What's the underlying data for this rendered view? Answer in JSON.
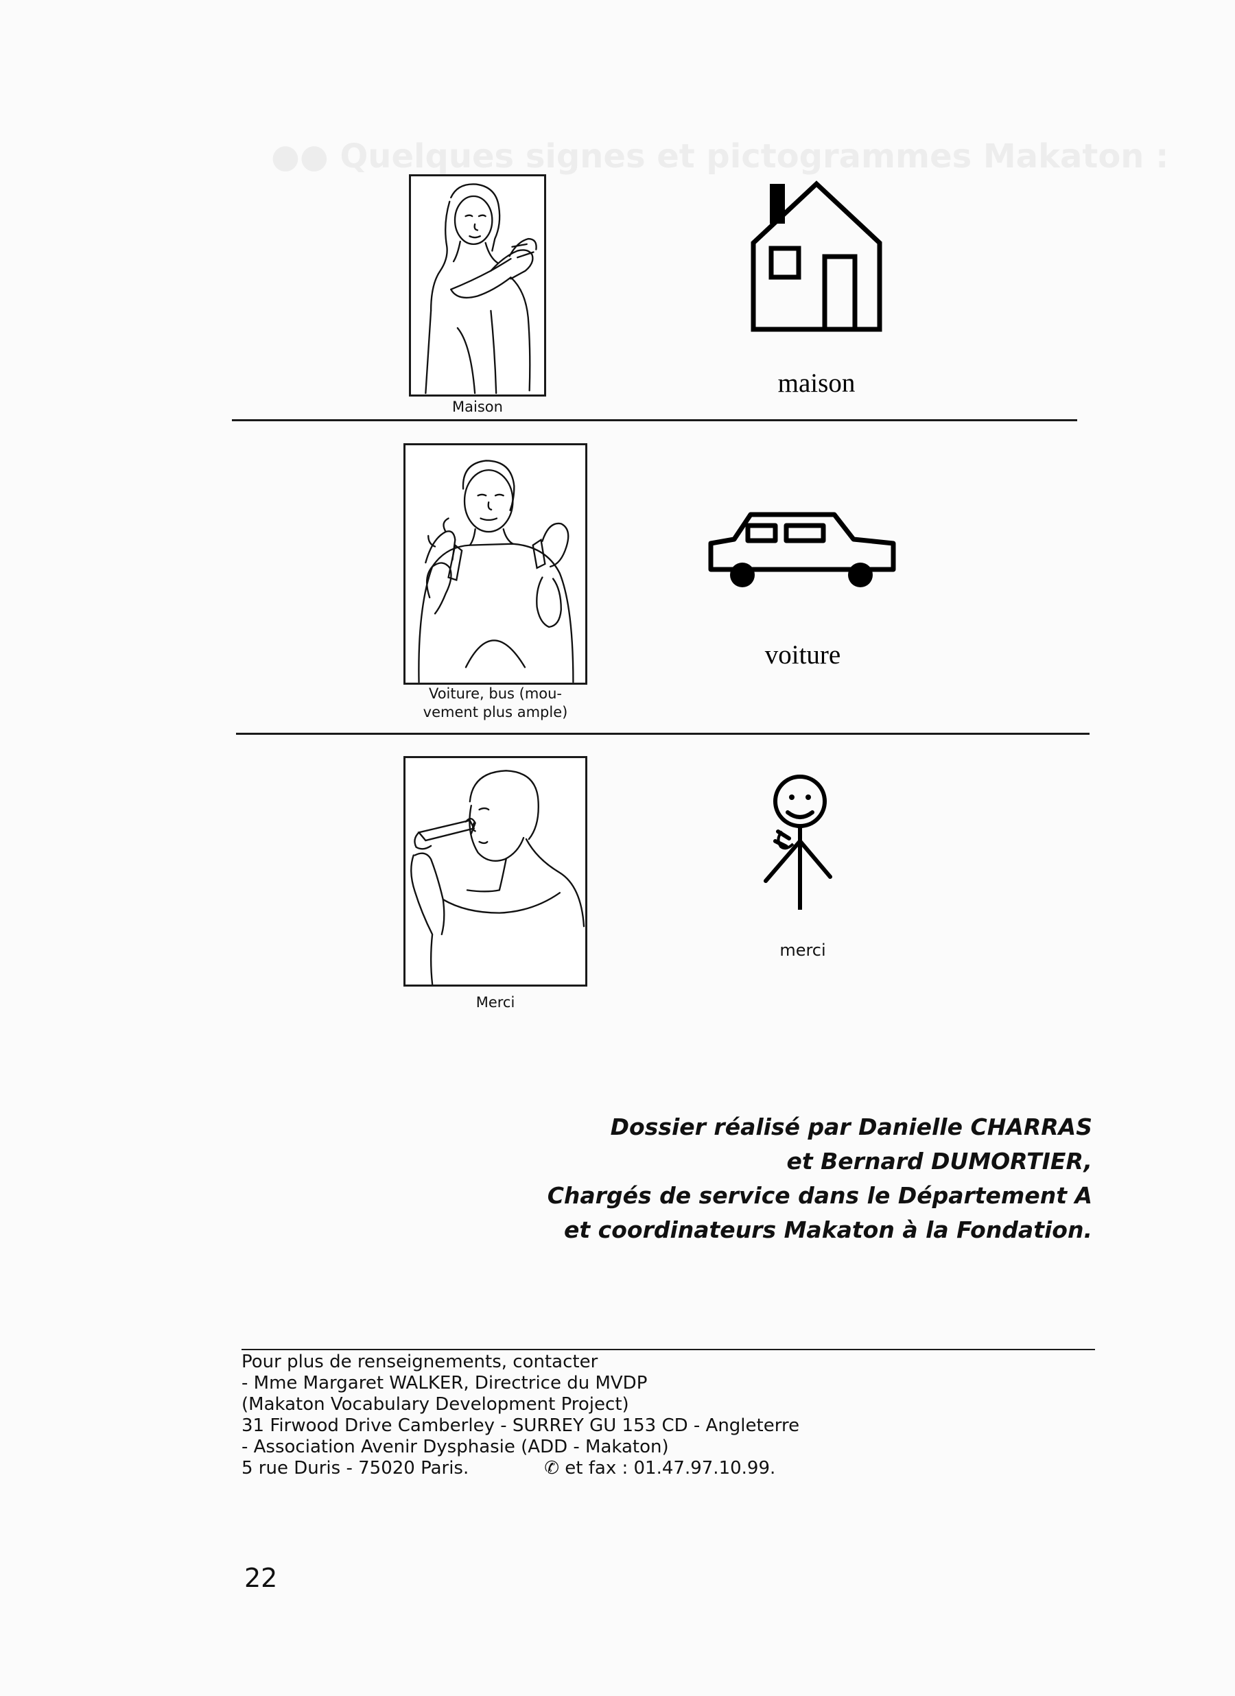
{
  "entries": [
    {
      "sign_caption": "Maison",
      "picto_caption": "maison",
      "sign_icon": "person-signing-house",
      "picto_icon": "house-icon"
    },
    {
      "sign_caption_lines": [
        "Voiture, bus (mou-",
        "vement plus ample)"
      ],
      "picto_caption": "voiture",
      "sign_icon": "person-signing-car",
      "picto_icon": "car-icon"
    },
    {
      "sign_caption": "Merci",
      "picto_caption": "merci",
      "sign_icon": "person-signing-thanks",
      "picto_icon": "stick-figure-icon"
    }
  ],
  "credits": [
    "Dossier réalisé par Danielle CHARRAS",
    "et Bernard DUMORTIER,",
    "Chargés de service dans le Département A",
    "et coordinateurs Makaton à la Fondation."
  ],
  "contact": {
    "lines": [
      "Pour plus de renseignements, contacter",
      "- Mme Margaret WALKER, Directrice du MVDP",
      "(Makaton Vocabulary Development Project)",
      "31 Firwood Drive Camberley - SURREY  GU 153 CD - Angleterre",
      "- Association Avenir Dysphasie  (ADD - Makaton)"
    ],
    "address_last": "5 rue Duris - 75020  Paris.",
    "phone_fax": "✆ et fax : 01.47.97.10.99."
  },
  "page_number": "22"
}
